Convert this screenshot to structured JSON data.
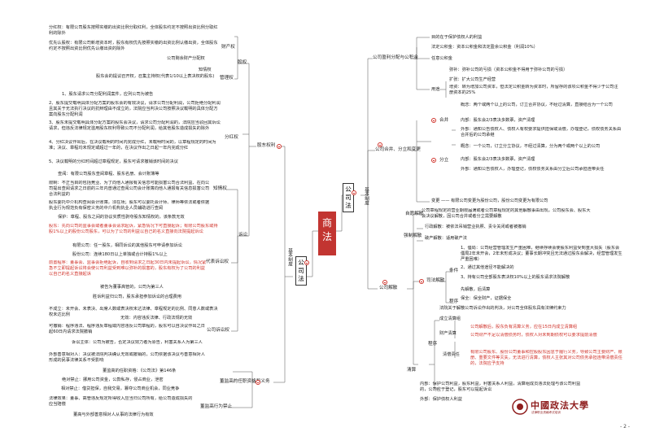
{
  "center": {
    "title_line1": "商",
    "title_line2": "法"
  },
  "left": {
    "root_label": "公司法",
    "basic_system": "基本制度",
    "shareholder_rights": "股东权利",
    "equity": "股权",
    "asset_rights": "财产权",
    "management_rights": "管理权",
    "dividend": "分红权",
    "info_rights": "知情权",
    "litigation": "诉讼",
    "rep_litigation": "代表诉讼权",
    "company_litigation": "公司诉讼权",
    "senior_duty": "董监高的任职资格和义务",
    "behaviour_ban": "董监高行为禁止",
    "nodes": {
      "a1": "分红权：有限公司股东按照实缴的出资比例分取红利，全体股东约定不按照出资比例分取红利的除外",
      "a2": "优先认股权：有限公司新增资本时，股东有权优先按照实缴的出资比例认缴出资，全体股东约定不按照出资比例优先认缴出资的除外",
      "a3": "公司剩余财产分配权",
      "a4": "知情权",
      "a5": "股东会的提议召开权，召集主持权(代表1/10以上表决权的股东)",
      "b1": "1、股东请求公司分配利润案件，应列公司为被告",
      "b2": "2、股东提交载明具体分配方案的股东会的有效决议，请求公司分配利润，公司拒绝分配利润且其关于无法执行决议的抗辩理由不成立的，法院应当判决公司按照决议载明的具体分配方案向股东分配利润",
      "b3": "3、股东未提交载明具体分配方案的股东会决议，请求公司分配利润的，法院应当驳回其诉讼请求，但违反法律规定滥用股东权利导致公司不分配利润，给其他股东造成损失的除外",
      "b4": "4、分红决议作出后，在决议载明的时间内完成分红，未载明时间的，以章程规定的时间为准；决议、章程均未规定或超过一年的，在决议作出之日起一年内完成分红",
      "b5": "5、决议载明的分红时间超过章程规定，股东可请求撤销该时间的决议",
      "c1": "查阅：有限公司股东查阅章程、股东名册、会计账簿等",
      "c2": "限制：不正当目的包括竞业、为了向他人通报有关信息可能损害公司合法利益、在向公司提出查阅请求之日前的三年内曾通过查阅公司会计账簿向他人通报有关信息损害公司合法利益的",
      "c3": "股东委托中介机构查阅会计账簿，须在场；股东可以委托会计师、律师等依法或者依据执业行为规范负有保密义务的中介机构执业人员辅助进行查阅",
      "c4": "保护：章程、股东之间的协议实质性剥夺股东知情权的，该条款无效",
      "d0": "股东：先向公司的监事会或者董事会请求起诉，紧急情况下可直接起诉；有限公司股东或持股1%以上的股份公司股东，可以为了公司的利益以自己的名义直接向法院提起诉讼",
      "d1": "有限公司：任一股东，相同诉讼的其他股东可申请参加诉讼",
      "d2": "股份公司：连续180日以上单独或合计持股1%以上",
      "d3": "前置程序：董事会、监事会拒绝起诉，自收到请求之日起30日内未提起诉讼，情况紧急不立即提起诉讼将会使公司利益受到难以弥补的损害的，股东有权为了公司的利益以自己的名义直接起诉",
      "d4": "被告为董事高管的，公司为第三人",
      "d5": "胜诉利益归公司，股东承担参加诉讼的合理费用",
      "e1": "不成立：未开会、未表决、出席人数或表决权未达法律、章程规定的比例、同意人数或表决权未达比例",
      "e2": "无效：内容违反法律、行政法规的无效",
      "e3": "可撤销：程序违法、程序违反章程或内容违反公司章程的，股东可以自决议作出之日起60日内请求法院撤销",
      "e4": "诉讼主体：公司为被告，否定决议效力者为原告，利害关系人为第三人",
      "e5": "外部善意相对人：决议被法院判决确认无效或撤销的，公司依据该决议与善意相对人形成的民事法律关系不受影响",
      "f1": "董监高的任职资格：《公司法》第146条",
      "f2": "绝对禁止：挪用公司资金，公款私存，侵占商业，泄密",
      "f3": "相对禁止：借贷担保，自我交易，篡夺公司商业机会，同业竞争",
      "f4": "法律效果：董事、高管违反规定所得收入应当归公司所有，给公司造成损失的应当赔偿",
      "f5": "董高与外部善意相对人从事的法律行为有效"
    }
  },
  "right": {
    "root_label": "公司法",
    "basic_system": "基本制度",
    "profit_dist": "公司盈利分配与公积金",
    "merger": "公司合并、分立和变更",
    "dissolution": "公司解散",
    "nodes": {
      "p1": "目的在于保护债权人的利益",
      "p2": "法定公积金：资本公积金和法定盈余公积金（利润10%）",
      "p3": "任意公积金",
      "p4": "用途",
      "p5": "弥补：弥补公司的亏损（资本公积金不得用于弥补公司的亏损）",
      "p6": "扩张：扩大公司生产经营",
      "p7": "增资：转为增加公司资本，但法定公积金转为资本时，所留存的该项公积金不得少于公司注册资本的25%",
      "m1": "合并",
      "m2": "概念：两个或两个以上的公司，订立合并协议，不经过清算，直接结合为一个公司",
      "m3": "内部：股东会2/3表决多数票，资产清理",
      "m4": "外部：通知公告债权人、债权人有权要求提供担保或清偿，办理登记，债权债务关系由合并后的公司承继",
      "m5": "分立",
      "m6": "概念：一个公司，订立分立协议，不经过清算，分为两个或两个以上的公司",
      "m7": "内部：股东会2/3表决多数票，资产清理",
      "m8": "外部：通知公告债权人，办理登记，债权债务关系由分立后公司承担连带责任",
      "m9": "变更 —— 有限公司变更为股份公司，股份公司变更为有限公司",
      "s1": "自愿解散",
      "s2": "强制解散",
      "s3": "司法解散",
      "s4": "公司章程规定的营业期限届满或者公司章程规定的其他解散事由出现，公司股东会、股东大会决议解散，因公司合并或者分立需要解散",
      "s5": "行政解散：被依法吊销营业执照、责令关闭或者被撤销",
      "s6": "破产解散：适用破产法",
      "s7": "条件",
      "s8": "1、僵局：公司经营管理发生严重困难，继续存续会使股东利益受到重大损失（股东会僵局2年未开会，2年未形成决议；董事长期冲突且无法通过股东会解决，经营管理发生严重困难）",
      "s9": "2、通过其他途径不能解决的",
      "s10": "3、持有公司全部股东表决权10%以上的股东请求法院解散",
      "s11": "程序",
      "s12": "先解散，后清算",
      "s13": "保全：保全财产，证据保全",
      "s14": "法院关于解散公司诉讼作出的判决，对公司全体股东具有法律约束力",
      "q1": "清算",
      "q2": "程序",
      "q3": "成立清算组",
      "q4": "财产清算",
      "q5": "公司解散后，股东负有清算义务，应在15日内成立清算组",
      "q6": "公司财产不足以清偿债务时，债权人对未到期债权可以要求提前清偿",
      "q7": "清偿责任",
      "q8": "有限公司股东、股份公司董事和控股股东因怠于履行义务，导致公司主要财产、账册、重要文件等灭失，无法进行清算，债权人主张其对公司债务承担连带清偿责任的，法院应予支持",
      "q9": "内部：保护公司利益，股东利益，利害关系人利益，清算组成员违法处理与该公司利益的，公司应于登记，股东可以提起诉讼",
      "q10": "外部：保护债权人利益"
    }
  },
  "footer": {
    "logo_text": "中國政法大學",
    "logo_sub": "法律职业资格考试培训",
    "page_number": "- 2 -"
  },
  "colors": {
    "accent": "#c23531",
    "red_text": "#d0342c",
    "line": "#555555"
  }
}
